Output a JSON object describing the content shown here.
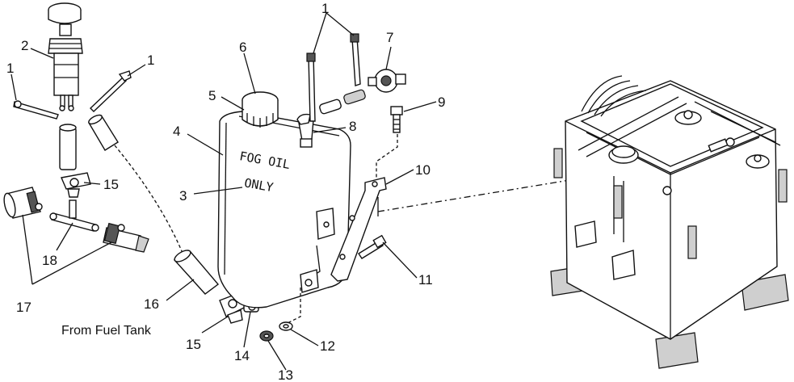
{
  "callouts": {
    "c1a": "1",
    "c1b": "1",
    "c1c": "1",
    "c2": "2",
    "c3": "3",
    "c4": "4",
    "c5": "5",
    "c6": "6",
    "c7": "7",
    "c8": "8",
    "c9": "9",
    "c10": "10",
    "c11": "11",
    "c12": "12",
    "c13": "13",
    "c14": "14",
    "c15a": "15",
    "c15b": "15",
    "c16": "16",
    "c17": "17",
    "c18": "18"
  },
  "tank_text": {
    "line1": "FOG OIL",
    "line2": "ONLY"
  },
  "notes": {
    "from_fuel_tank": "From Fuel Tank"
  }
}
